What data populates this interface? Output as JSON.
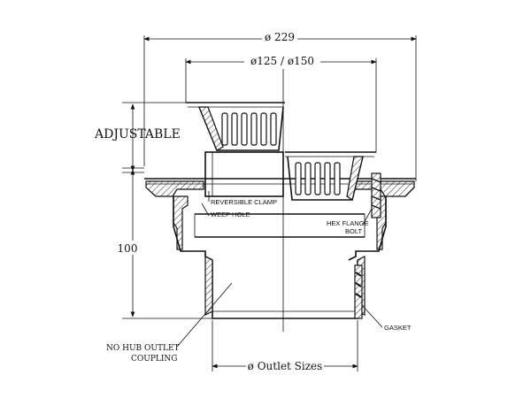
{
  "diagram": {
    "dimensions": {
      "overall_width": "ø 229",
      "strainer_diameter": "ø125 / ø150",
      "adjustable": "ADJUSTABLE",
      "height": "100",
      "outlet": "ø Outlet Sizes"
    },
    "callouts": {
      "reversible_clamp": "REVERSIBLE CLAMP",
      "weep_hole": "WEEP HOLE",
      "hex_flange_bolt_line1": "HEX FLANGE",
      "hex_flange_bolt_line2": "BOLT",
      "gasket": "GASKET",
      "coupling_line1": "NO HUB OUTLET",
      "coupling_line2": "COUPLING"
    }
  }
}
